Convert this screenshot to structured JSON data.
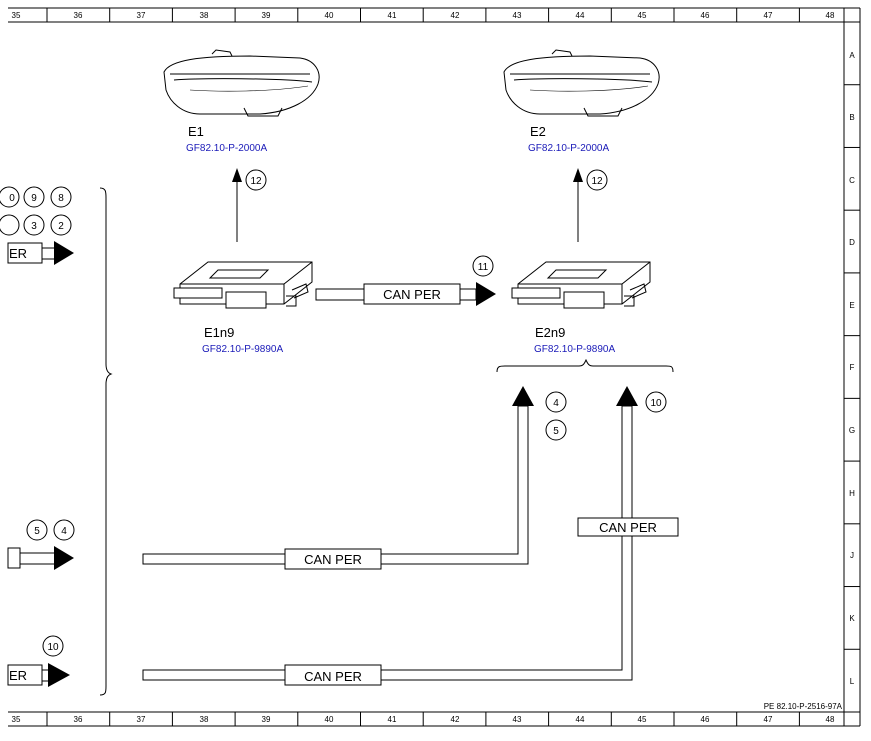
{
  "columns": [
    "35",
    "36",
    "37",
    "38",
    "39",
    "40",
    "41",
    "42",
    "43",
    "44",
    "45",
    "46",
    "47",
    "48"
  ],
  "rows": [
    "A",
    "B",
    "C",
    "D",
    "E",
    "F",
    "G",
    "H",
    "J",
    "K",
    "L"
  ],
  "components": {
    "e1": {
      "name": "E1",
      "ref": "GF82.10-P-2000A"
    },
    "e2": {
      "name": "E2",
      "ref": "GF82.10-P-2000A"
    },
    "e1n9": {
      "name": "E1n9",
      "ref": "GF82.10-P-9890A"
    },
    "e2n9": {
      "name": "E2n9",
      "ref": "GF82.10-P-9890A"
    }
  },
  "can_labels": {
    "middle": "CAN PER",
    "row_j": "CAN PER",
    "row_l": "CAN PER",
    "vertical": "CAN PER",
    "left_d": "ER",
    "left_l": "ER"
  },
  "markers": {
    "e1_up": "12",
    "e2_up": "12",
    "can_mid": "11",
    "arrow_a_top": "4",
    "arrow_a_bottom": "5",
    "arrow_b": "10",
    "left_top": [
      "0",
      "9",
      "8"
    ],
    "left_second": [
      "",
      "3",
      "2"
    ],
    "left_j": [
      "5",
      "4"
    ],
    "left_l": "10"
  },
  "footer": {
    "doc_id": "PE 82.10-P-2516-97A"
  }
}
